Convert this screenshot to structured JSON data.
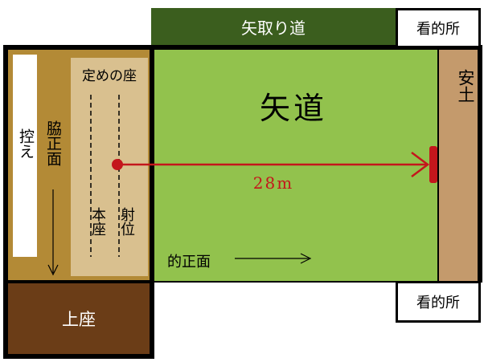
{
  "labels": {
    "yatori_michi": "矢取り道",
    "matodokoro_top": "看的所",
    "matodokoro_bottom": "看的所",
    "sadame_no_za": "定めの座",
    "yamichi": "矢道",
    "azuchi": "安土",
    "hikae": "控え",
    "waki_shomen": "脇正面",
    "honza": "本座",
    "shai": "射位",
    "distance": "28m",
    "mato_shomen": "的正面",
    "kamiza": "上座"
  },
  "colors": {
    "yamichi_green": "#92c24d",
    "yatori_dark_green": "#3b5e1e",
    "azuchi_brown": "#c49a6c",
    "shajo_tan": "#b38a36",
    "za_light_tan": "#d9c08f",
    "kamiza_brown": "#6b3d17",
    "arrow_red": "#c4161c"
  }
}
